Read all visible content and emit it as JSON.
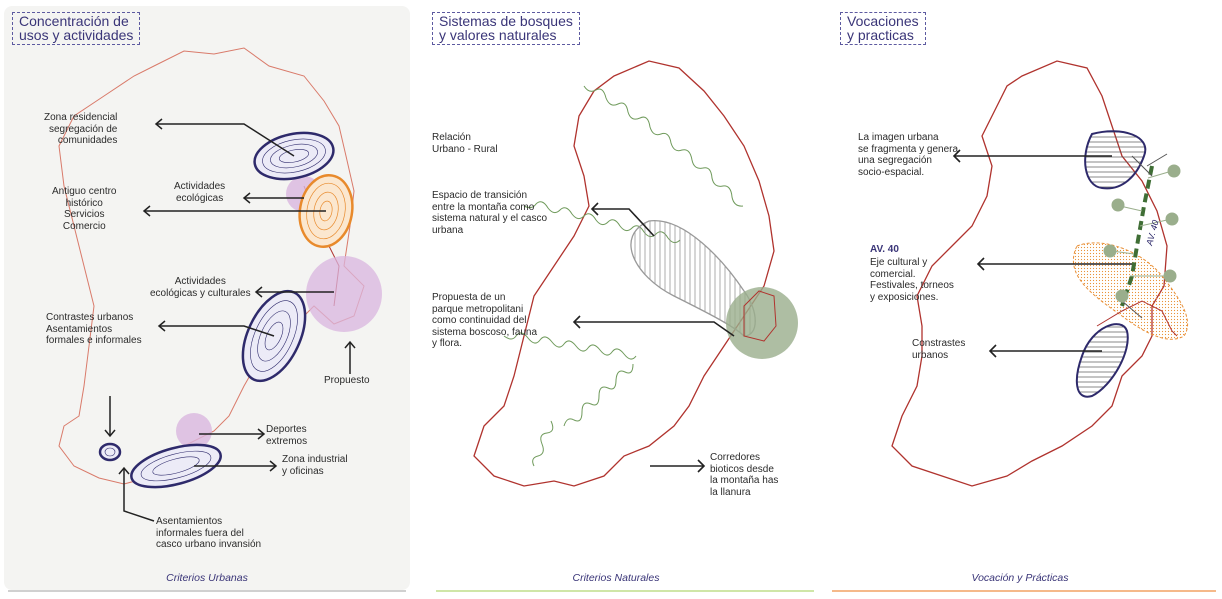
{
  "panels": [
    {
      "title_lines": [
        "Concentración de",
        "usos y actividades"
      ],
      "caption": "Criterios Urbanas",
      "labels": {
        "residencial": [
          "Zona residencial",
          "segregación de",
          "comunidades"
        ],
        "ecologicas": [
          "Actividades",
          "ecológicas"
        ],
        "antiguo": [
          "Antiguo centro",
          "histórico",
          "Servicios",
          "Comercio"
        ],
        "eco_culturales": [
          "Actividades",
          "ecológicas y culturales"
        ],
        "contrastes": [
          "Contrastes urbanos",
          "Asentamientos",
          "formales e informales"
        ],
        "propuesto": [
          "Propuesto"
        ],
        "deportes": [
          "Deportes",
          "extremos"
        ],
        "industrial": [
          "Zona industrial",
          "y oficinas"
        ],
        "informales": [
          "Asentamientos",
          "informales fuera del",
          "casco urbano invansión"
        ]
      }
    },
    {
      "title_lines": [
        "Sistemas de bosques",
        "y valores naturales"
      ],
      "caption": "Criterios Naturales",
      "labels": {
        "relacion": [
          "Relación",
          "Urbano - Rural"
        ],
        "transicion": [
          "Espacio de transición",
          "entre la montaña como",
          "sistema natural y el casco",
          "urbana"
        ],
        "propuesta": [
          "Propuesta de un",
          "parque metropolitani",
          "como continuidad del",
          "sistema boscoso, fauna",
          "y flora."
        ],
        "corredores": [
          "Corredores",
          "bioticos desde",
          "la montaña has",
          "la llanura"
        ]
      }
    },
    {
      "title_lines": [
        "Vocaciones",
        "y practicas"
      ],
      "caption": "Vocación y Prácticas",
      "labels": {
        "imagen": [
          "La imagen urbana",
          "se fragmenta y genera",
          "una segregación",
          "socio-espacial."
        ],
        "av40_title": "AV. 40",
        "eje": [
          "Eje cultural y",
          "comercial.",
          "Festivales, torneos",
          "y exposiciones."
        ],
        "constrastes": [
          "Constrastes",
          "urbanos"
        ],
        "road_label": "AV. 40"
      }
    }
  ],
  "colors": {
    "boundary": "#b0332e",
    "navy": "#2e2a6b",
    "orange": "#e88a2c",
    "purple_fill": "#d9b6df",
    "green": "#6f9a5b",
    "sage": "#9aae8c",
    "rule1": "#d0d0d0",
    "rule2": "#cfe6a8",
    "rule3": "#f5b98a"
  }
}
